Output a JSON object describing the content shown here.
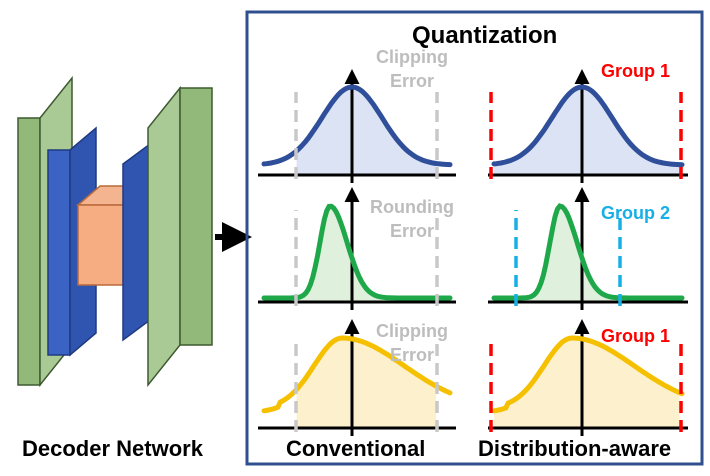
{
  "decoder": {
    "label": "Decoder Network"
  },
  "quantization": {
    "title": "Quantization"
  },
  "columns": {
    "conventional": "Conventional",
    "distribution_aware": "Distribution-aware"
  },
  "rows": [
    {
      "error_line1": "Clipping",
      "error_line2": "Error",
      "group_label": "Group 1",
      "group_color": "#ff0000",
      "curve_color": "#2f4f9a",
      "fill_color": "#dbe3f4"
    },
    {
      "error_line1": "Rounding",
      "error_line2": "Error",
      "group_label": "Group 2",
      "group_color": "#17b0e6",
      "curve_color": "#1fa84a",
      "fill_color": "#dff0dc"
    },
    {
      "error_line1": "Clipping",
      "error_line2": "Error",
      "group_label": "Group 1",
      "group_color": "#ff0000",
      "curve_color": "#f5c000",
      "fill_color": "#fdf0cc"
    }
  ],
  "colors": {
    "frame": "#2f4f8f",
    "block_green": "#92b97a",
    "block_blue": "#3b63c4",
    "block_orange": "#f6ad82",
    "boundary_gray": "#c8c8c8"
  }
}
